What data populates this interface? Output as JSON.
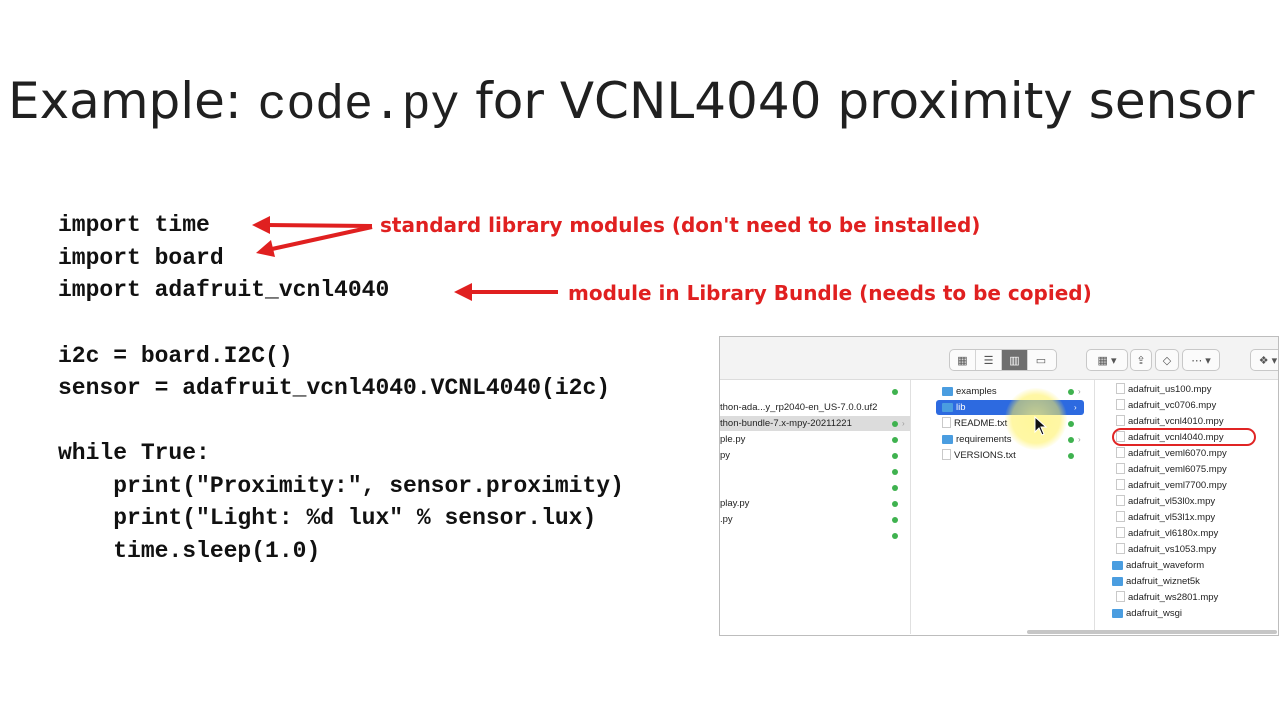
{
  "title": {
    "prefix": "Example: ",
    "code": "code.py",
    "suffix": " for VCNL4040 proximity sensor"
  },
  "code_lines": [
    "import time",
    "import board",
    "import adafruit_vcnl4040",
    "",
    "i2c = board.I2C()",
    "sensor = adafruit_vcnl4040.VCNL4040(i2c)",
    "",
    "while True:",
    "    print(\"Proximity:\", sensor.proximity)",
    "    print(\"Light: %d lux\" % sensor.lux)",
    "    time.sleep(1.0)"
  ],
  "annotations": {
    "stdlib": "standard library modules (don't need to be installed)",
    "bundle": "module in Library Bundle (needs to be copied)"
  },
  "colors": {
    "annotation": "#e02020",
    "selection": "#2d6ae0",
    "status_dot": "#3fb24f"
  },
  "finder": {
    "toolbar_icons": [
      "icon-view-icon",
      "list-view-icon",
      "column-view-icon",
      "gallery-view-icon",
      "group-icon",
      "share-icon",
      "tag-icon",
      "more-icon",
      "dropbox-icon"
    ],
    "column1": [
      "thon-ada...y_rp2040-en_US-7.0.0.uf2",
      "thon-bundle-7.x-mpy-20211221",
      "ple.py",
      "py",
      "",
      "",
      "play.py",
      ".py",
      ""
    ],
    "column2": [
      "examples",
      "lib",
      "README.txt",
      "requirements",
      "VERSIONS.txt"
    ],
    "column3": [
      "adafruit_us100.mpy",
      "adafruit_vc0706.mpy",
      "adafruit_vcnl4010.mpy",
      "adafruit_vcnl4040.mpy",
      "adafruit_veml6070.mpy",
      "adafruit_veml6075.mpy",
      "adafruit_veml7700.mpy",
      "adafruit_vl53l0x.mpy",
      "adafruit_vl53l1x.mpy",
      "adafruit_vl6180x.mpy",
      "adafruit_vs1053.mpy",
      "adafruit_waveform",
      "adafruit_wiznet5k",
      "adafruit_ws2801.mpy",
      "adafruit_wsgi"
    ]
  }
}
